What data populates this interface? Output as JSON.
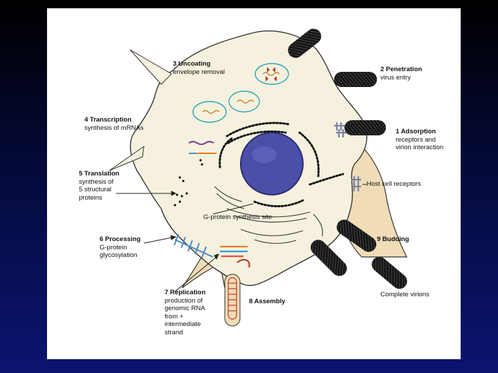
{
  "colors": {
    "cell_fill": "#f5f1de",
    "extracellular_fill": "#f0dcb6",
    "nucleus": "#4a4fa8",
    "virion": "#151515",
    "receptor": "#7b82a6",
    "background_top": "#000000",
    "background_bottom": "#0b1470"
  },
  "steps": [
    {
      "number_title": "1 Adsorption",
      "desc": "receptors and\nvirion interaction"
    },
    {
      "number_title": "2 Penetration",
      "desc": "virus entry"
    },
    {
      "number_title": "3 Uncoating",
      "desc": "envelope removal"
    },
    {
      "number_title": "4 Transcription",
      "desc": "synthesis of mRNAs"
    },
    {
      "number_title": "5 Translation",
      "desc": "synthesis of\n5 structural\nproteins"
    },
    {
      "number_title": "6 Processing",
      "desc": "G-protein\nglycosylation"
    },
    {
      "number_title": "7 Replication",
      "desc": "production of\ngenomic RNA\nfrom +\nintermediate\nstrand"
    },
    {
      "number_title": "8 Assembly",
      "desc": ""
    },
    {
      "number_title": "9 Budding",
      "desc": ""
    }
  ],
  "other_labels": {
    "host_receptors": "Host cell receptors",
    "g_protein_site": "G-protein synthesis site",
    "complete_virions": "Complete virions"
  }
}
